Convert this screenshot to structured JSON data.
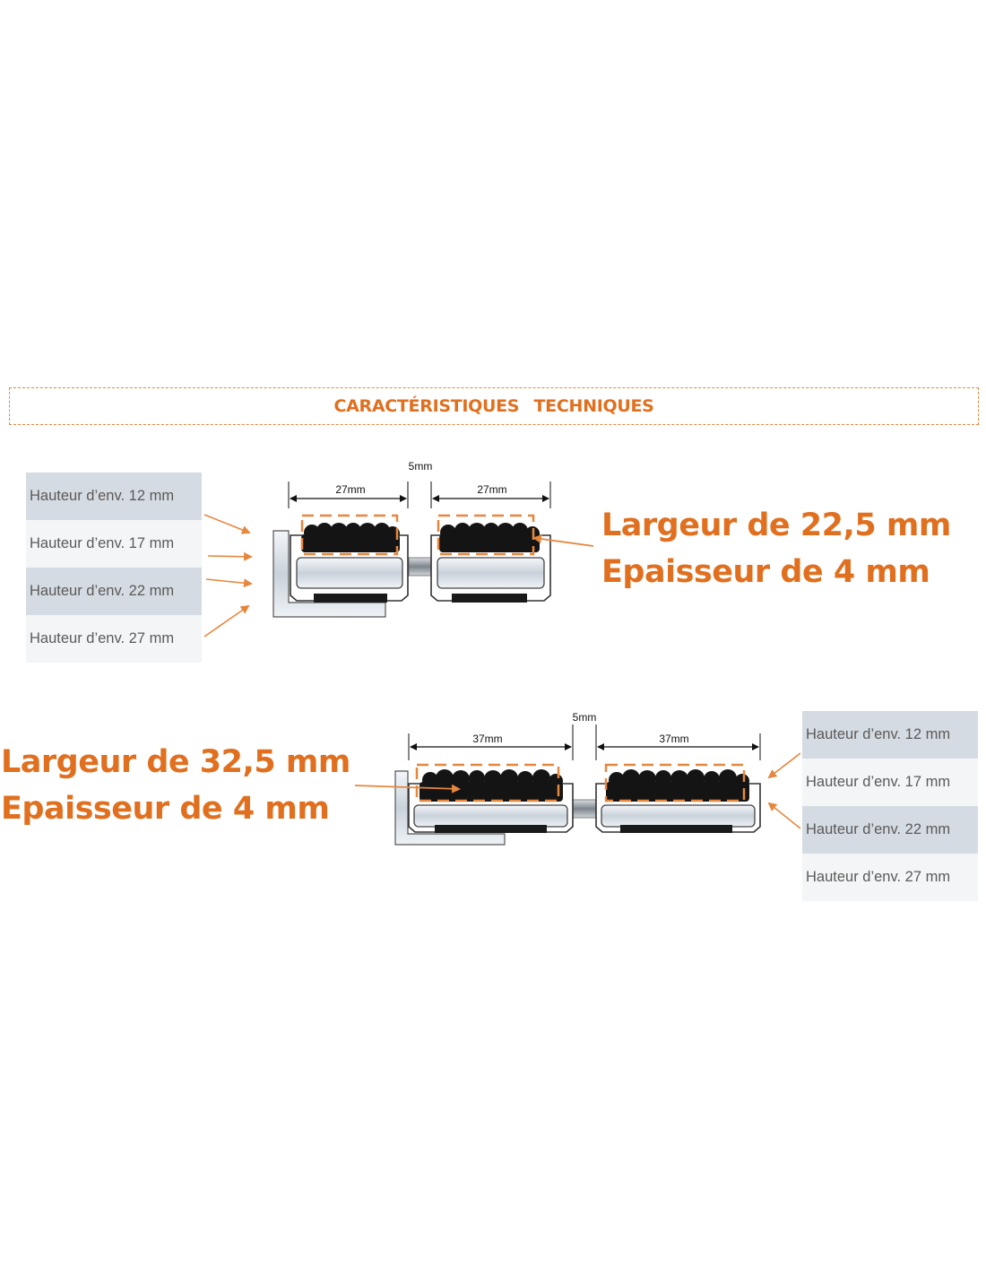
{
  "title": "CARACTÉRISTIQUES   TECHNIQUES",
  "section_top": {
    "heights": [
      "Hauteur d’env. 12 mm",
      "Hauteur d’env.  17 mm",
      "Hauteur d’env. 22 mm",
      "Hauteur d’env. 27 mm"
    ],
    "dim_left": "27mm",
    "dim_gap": "5mm",
    "dim_right": "27mm",
    "spec_line1": "Largeur de 22,5 mm",
    "spec_line2": "Epaisseur de 4 mm"
  },
  "section_bottom": {
    "heights": [
      "Hauteur d’env. 12 mm",
      "Hauteur d’env.  17 mm",
      "Hauteur d’env. 22 mm",
      "Hauteur d’env. 27 mm"
    ],
    "dim_left": "37mm",
    "dim_gap": "5mm",
    "dim_right": "37mm",
    "spec_line1": "Largeur de 32,5 mm",
    "spec_line2": "Epaisseur de 4 mm"
  },
  "colors": {
    "accent": "#e0701f",
    "row_shade": "#d5dbe2",
    "row_light": "#f3f5f7"
  }
}
